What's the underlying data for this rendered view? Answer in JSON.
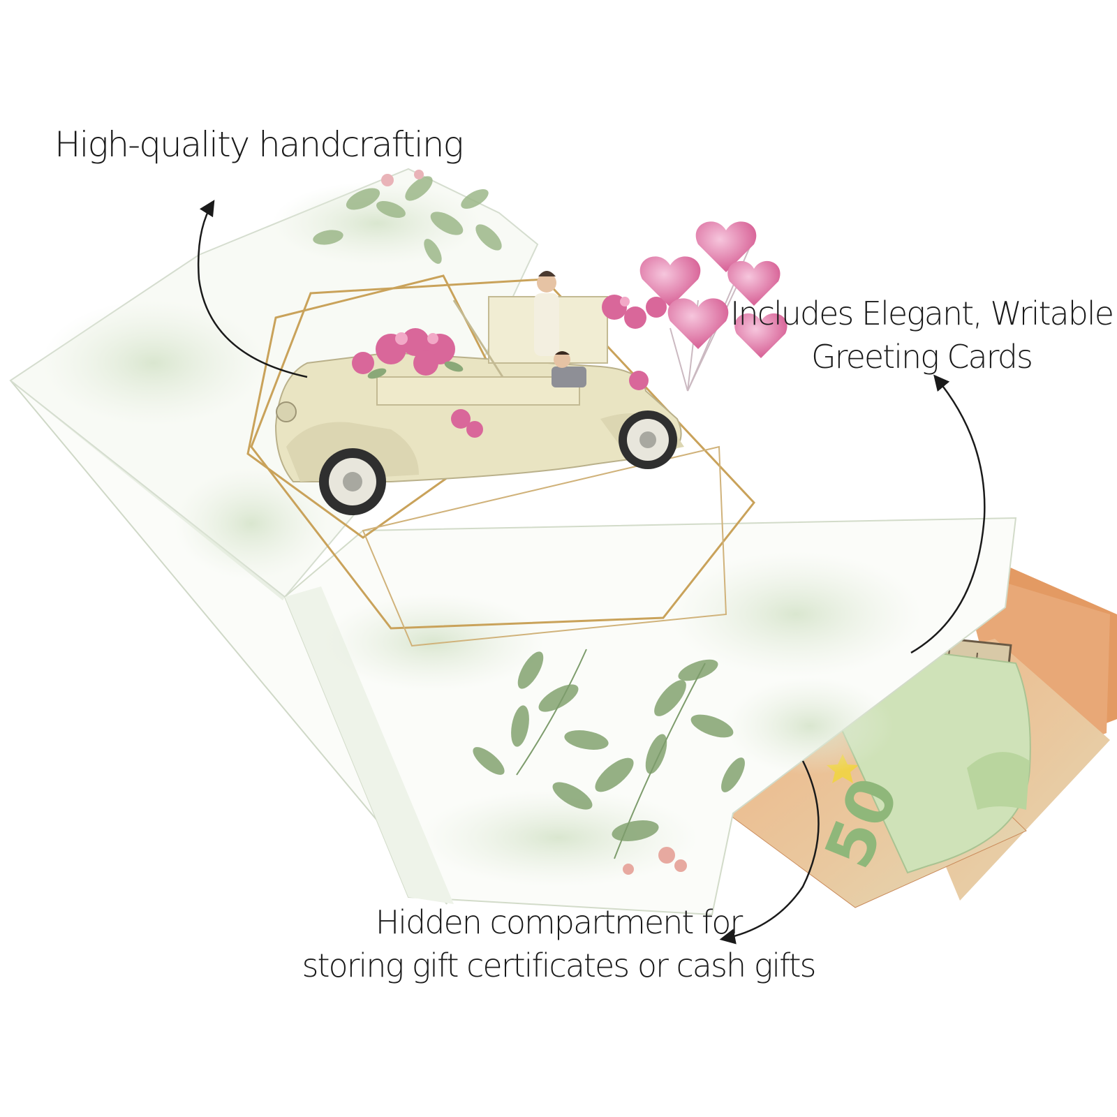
{
  "callouts": {
    "handcrafting": "High-quality handcrafting",
    "greeting_line1": "Includes Elegant, Writable",
    "greeting_line2": "Greeting Cards",
    "compartment_line1": "Hidden compartment for",
    "compartment_line2": "storing gift certificates or cash gifts"
  },
  "banknote": {
    "denomination": "50"
  },
  "colors": {
    "card_white": "#fbfcf9",
    "leaf_green": "#8aa878",
    "watercolor_green": "#dfe9d6",
    "gold_frame": "#c9a25a",
    "car_cream": "#e9e4c2",
    "flower_pink": "#d9679a",
    "balloon_pink": "#e58cb8",
    "note_orange": "#e8a877",
    "pocket_green": "#cfe2b8"
  }
}
